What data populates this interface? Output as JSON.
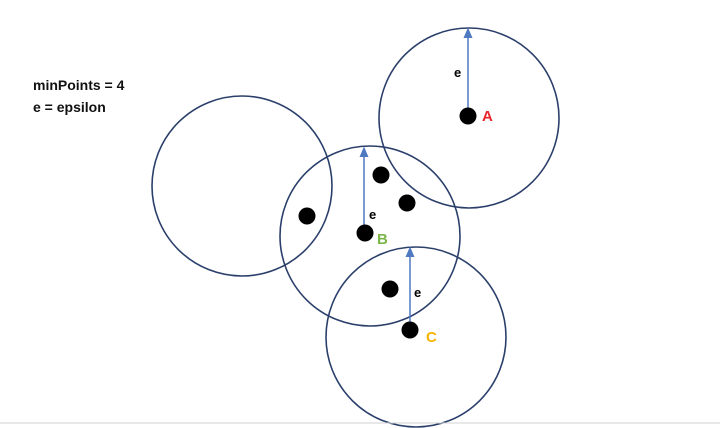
{
  "legend": {
    "line1": "minPoints = 4",
    "line2": "e = epsilon"
  },
  "labels": {
    "a": "A",
    "b": "B",
    "c": "C",
    "epsilon": "e"
  },
  "colors": {
    "circle": "#2b3f6b",
    "arrow": "#4f79c0",
    "a": "#e8262a",
    "b": "#7ab648",
    "c": "#f4b400"
  }
}
